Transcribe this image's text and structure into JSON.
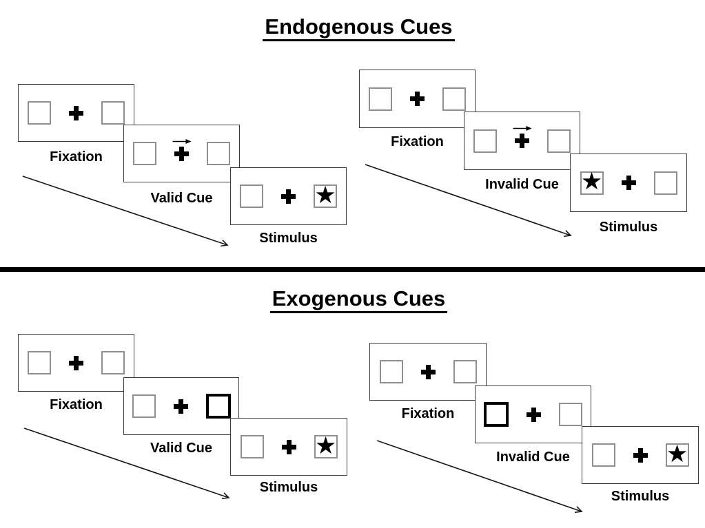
{
  "diagram": {
    "background": "#ffffff",
    "divider_color": "#000000",
    "panel_border_color": "#3a3a3a",
    "box_border_color": "#8f8f8f",
    "ink_color": "#000000"
  },
  "icons": {
    "star": "★",
    "fixation_cross": "plus-cross",
    "cue_direction_arrow": "right-arrow",
    "timeline_arrow": "diagonal-down-right-arrow"
  },
  "sections": [
    {
      "title": "Endogenous Cues",
      "groups": [
        {
          "name": "valid-cue-sequence",
          "panels": [
            {
              "label": "Fixation",
              "left_box": "empty",
              "right_box": "empty",
              "cue": "none"
            },
            {
              "label": "Valid Cue",
              "left_box": "empty",
              "right_box": "empty",
              "cue": "arrow-above-fixation-pointing-right"
            },
            {
              "label": "Stimulus",
              "left_box": "empty",
              "right_box": "star",
              "cue": "none"
            }
          ]
        },
        {
          "name": "invalid-cue-sequence",
          "panels": [
            {
              "label": "Fixation",
              "left_box": "empty",
              "right_box": "empty",
              "cue": "none"
            },
            {
              "label": "Invalid Cue",
              "left_box": "empty",
              "right_box": "empty",
              "cue": "arrow-above-fixation-pointing-right"
            },
            {
              "label": "Stimulus",
              "left_box": "star",
              "right_box": "empty",
              "cue": "none"
            }
          ]
        }
      ]
    },
    {
      "title": "Exogenous Cues",
      "groups": [
        {
          "name": "valid-cue-sequence",
          "panels": [
            {
              "label": "Fixation",
              "left_box": "empty",
              "right_box": "empty",
              "cue": "none"
            },
            {
              "label": "Valid Cue",
              "left_box": "empty",
              "right_box": "thick-highlight",
              "cue": "none"
            },
            {
              "label": "Stimulus",
              "left_box": "empty",
              "right_box": "star",
              "cue": "none"
            }
          ]
        },
        {
          "name": "invalid-cue-sequence",
          "panels": [
            {
              "label": "Fixation",
              "left_box": "empty",
              "right_box": "empty",
              "cue": "none"
            },
            {
              "label": "Invalid Cue",
              "left_box": "thick-highlight",
              "right_box": "empty",
              "cue": "none"
            },
            {
              "label": "Stimulus",
              "left_box": "empty",
              "right_box": "star",
              "cue": "none"
            }
          ]
        }
      ]
    }
  ]
}
